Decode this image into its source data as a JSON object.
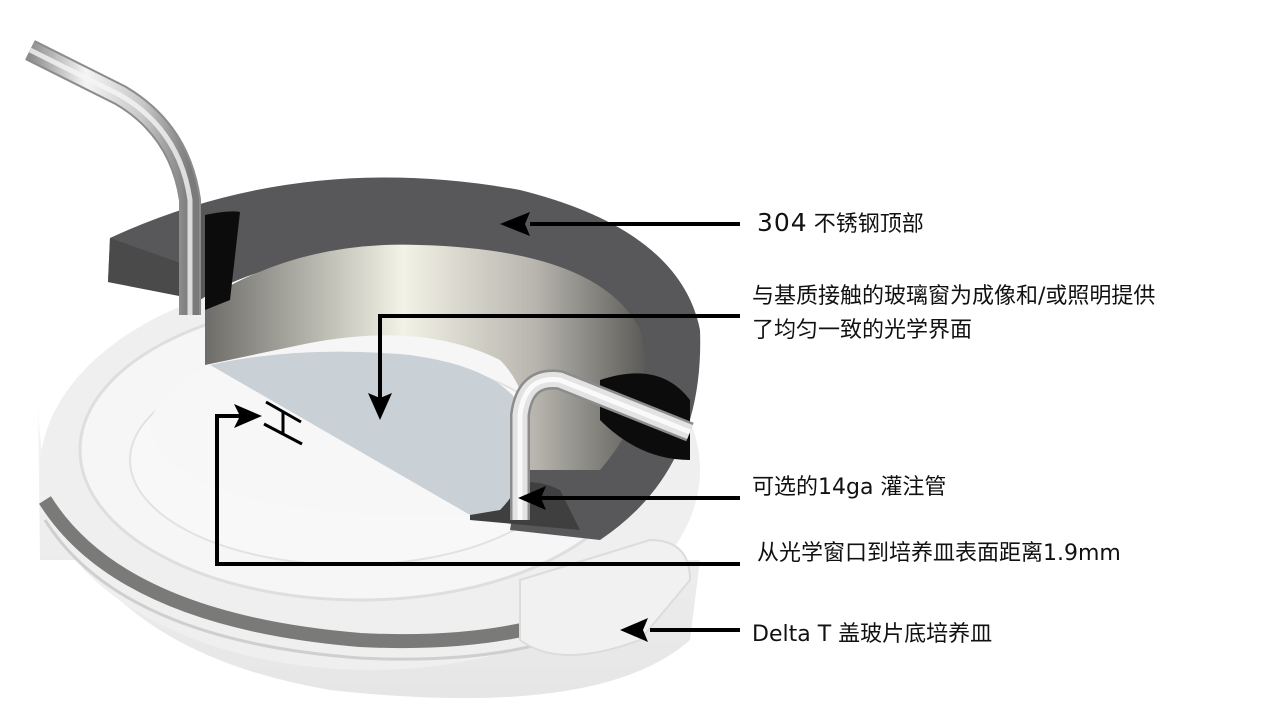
{
  "diagram": {
    "subject": "Delta T perfusion open chamber cross-section",
    "colors": {
      "steel_top": "#58575a",
      "steel_dark": "#0c0c0c",
      "glass_window": "#c9d0d6",
      "dish_white": "#f3f3f3",
      "tube": "#d8d8d8",
      "callout_line": "#000000",
      "text": "#111111"
    },
    "dimension_marker": "H"
  },
  "annotations": [
    {
      "id": "steel-top",
      "prefix": "304",
      "text": "不锈钢顶部"
    },
    {
      "id": "glass-window",
      "line1": "与基质接触的玻璃窗为成像和/或照明提供",
      "line2": "了均匀一致的光学界面"
    },
    {
      "id": "perfusion-tube",
      "text": "可选的14ga 灌注管"
    },
    {
      "id": "window-distance",
      "text": "从光学窗口到培养皿表面距离1.9mm"
    },
    {
      "id": "culture-dish",
      "text": "Delta T 盖玻片底培养皿"
    }
  ]
}
